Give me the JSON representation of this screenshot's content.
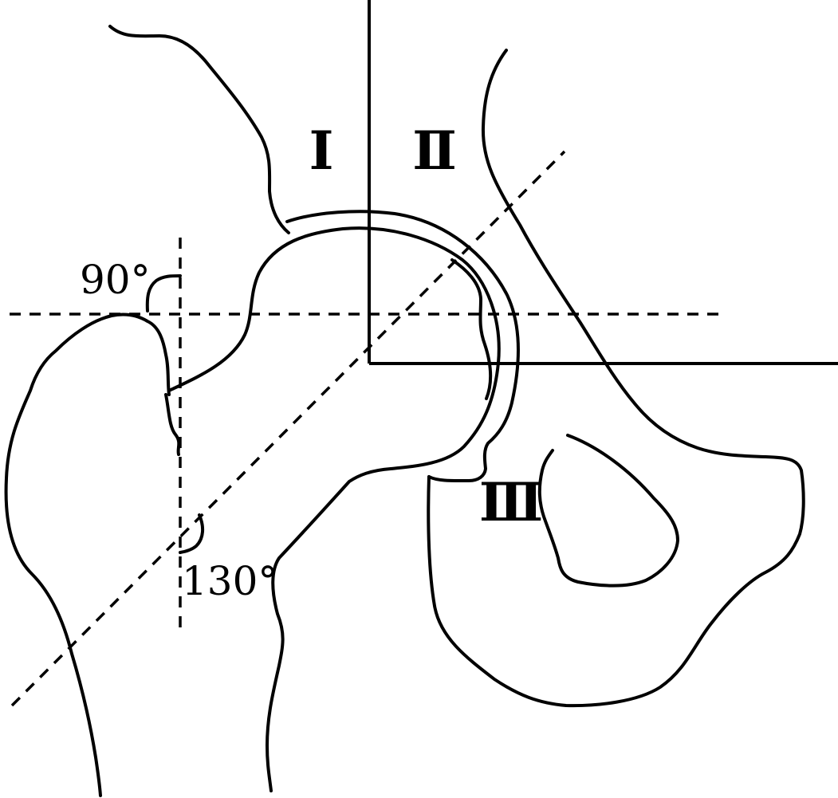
{
  "labels": {
    "region_1": "Ⅰ",
    "region_2": "Ⅱ",
    "region_3": "Ⅲ",
    "angle_90": "90°",
    "angle_130": "130°"
  },
  "colors": {
    "line": "#000000",
    "background": "#ffffff"
  }
}
